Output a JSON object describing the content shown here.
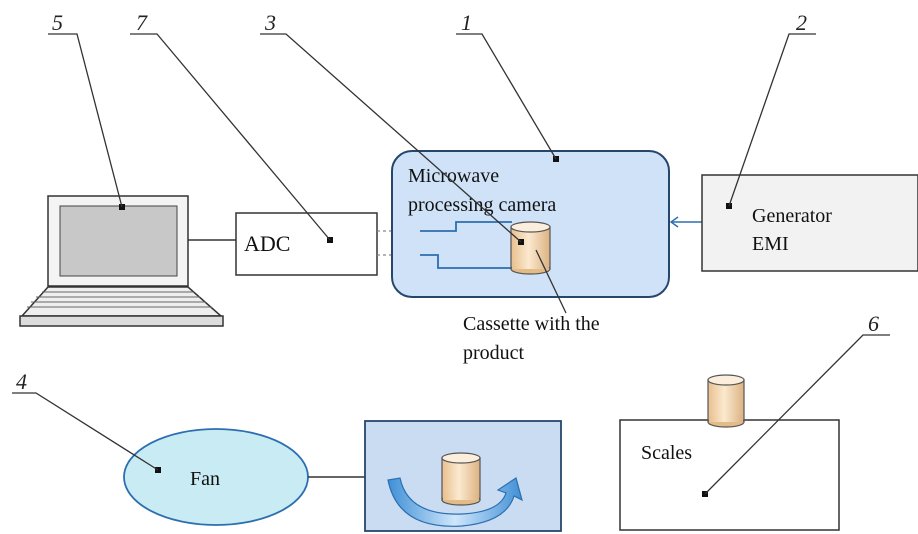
{
  "labels": {
    "adc": "ADC",
    "camera_line1": "Microwave",
    "camera_line2": "processing camera",
    "generator_line1": "Generator",
    "generator_line2": "EMI",
    "cassette_line1": "Cassette with the",
    "cassette_line2": "product",
    "fan": "Fan",
    "scales": "Scales"
  },
  "numbers": {
    "n1": "1",
    "n2": "2",
    "n3": "3",
    "n4": "4",
    "n5": "5",
    "n6": "6",
    "n7": "7"
  },
  "colors": {
    "camera_fill": "#cfe2f7",
    "camera_border": "#27466b",
    "fan_fill": "#c9ecf4",
    "rotation_fill": "#c9dcf2",
    "cylinder_fill": "#f5dcb8",
    "generator_fill": "#f2f2f2",
    "laptop_screen": "#c8c8c8"
  },
  "icons": [
    "laptop-icon",
    "cylinder-icon",
    "rotation-arrow-icon"
  ]
}
